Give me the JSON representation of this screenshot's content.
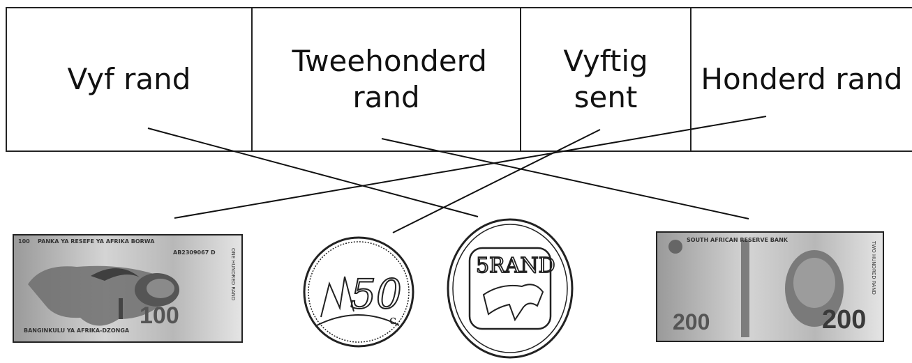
{
  "labels": {
    "c1": "Vyf rand",
    "c2": "Tweehonderd rand",
    "c3": "Vyftig sent",
    "c4": "Honderd rand"
  },
  "note100": {
    "denomination": "100",
    "top_text": "PANKA YA RESEFE YA AFRIKA BORWA",
    "bottom_text": "BANGINKULU YA AFRIKA-DZONGA",
    "serial": "AB2309067 D",
    "side_text": "ONE HUNDRED RAND"
  },
  "coin50": {
    "value": "50",
    "unit": "c"
  },
  "coin5": {
    "text": "5RAND"
  },
  "note200": {
    "denomination": "200",
    "top_text": "SOUTH AFRICAN RESERVE BANK",
    "side_text": "TWO HUNDRED RAND"
  }
}
